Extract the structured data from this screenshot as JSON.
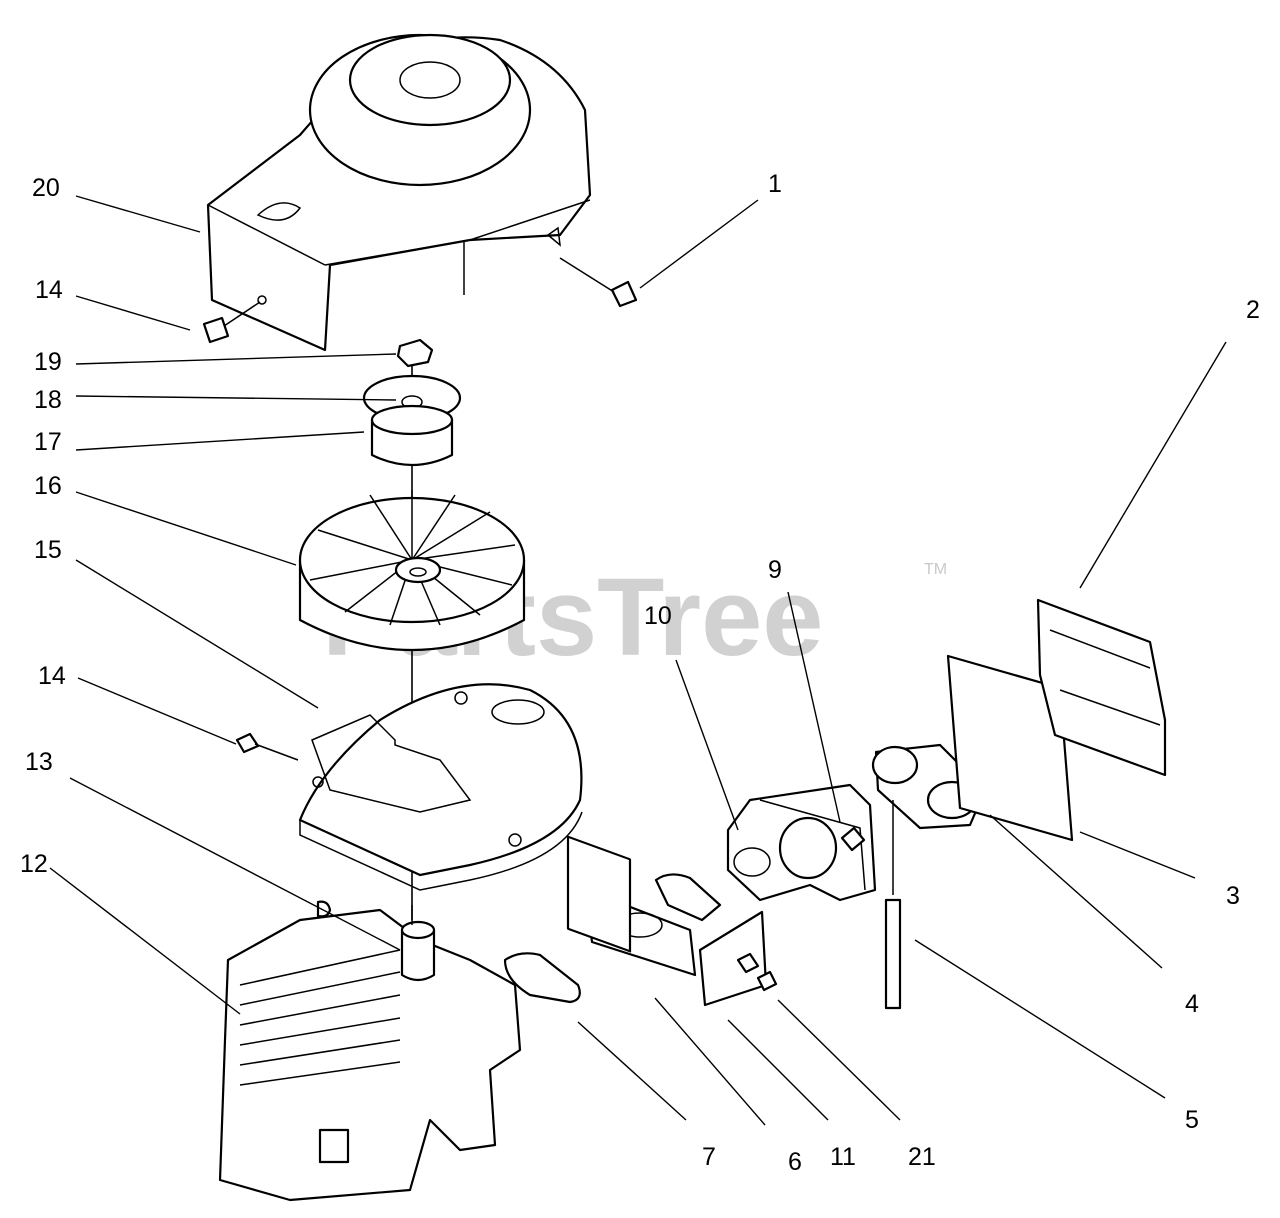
{
  "watermark": {
    "text": "PartsTree",
    "trademark": "TM"
  },
  "callouts": [
    {
      "id": "1",
      "label": "1"
    },
    {
      "id": "2",
      "label": "2"
    },
    {
      "id": "3",
      "label": "3"
    },
    {
      "id": "4",
      "label": "4"
    },
    {
      "id": "5",
      "label": "5"
    },
    {
      "id": "6",
      "label": "6"
    },
    {
      "id": "7",
      "label": "7"
    },
    {
      "id": "9",
      "label": "9"
    },
    {
      "id": "10",
      "label": "10"
    },
    {
      "id": "11",
      "label": "11"
    },
    {
      "id": "12",
      "label": "12"
    },
    {
      "id": "13",
      "label": "13"
    },
    {
      "id": "14a",
      "label": "14"
    },
    {
      "id": "14b",
      "label": "14"
    },
    {
      "id": "15",
      "label": "15"
    },
    {
      "id": "16",
      "label": "16"
    },
    {
      "id": "17",
      "label": "17"
    },
    {
      "id": "18",
      "label": "18"
    },
    {
      "id": "19",
      "label": "19"
    },
    {
      "id": "20",
      "label": "20"
    },
    {
      "id": "21",
      "label": "21"
    }
  ]
}
